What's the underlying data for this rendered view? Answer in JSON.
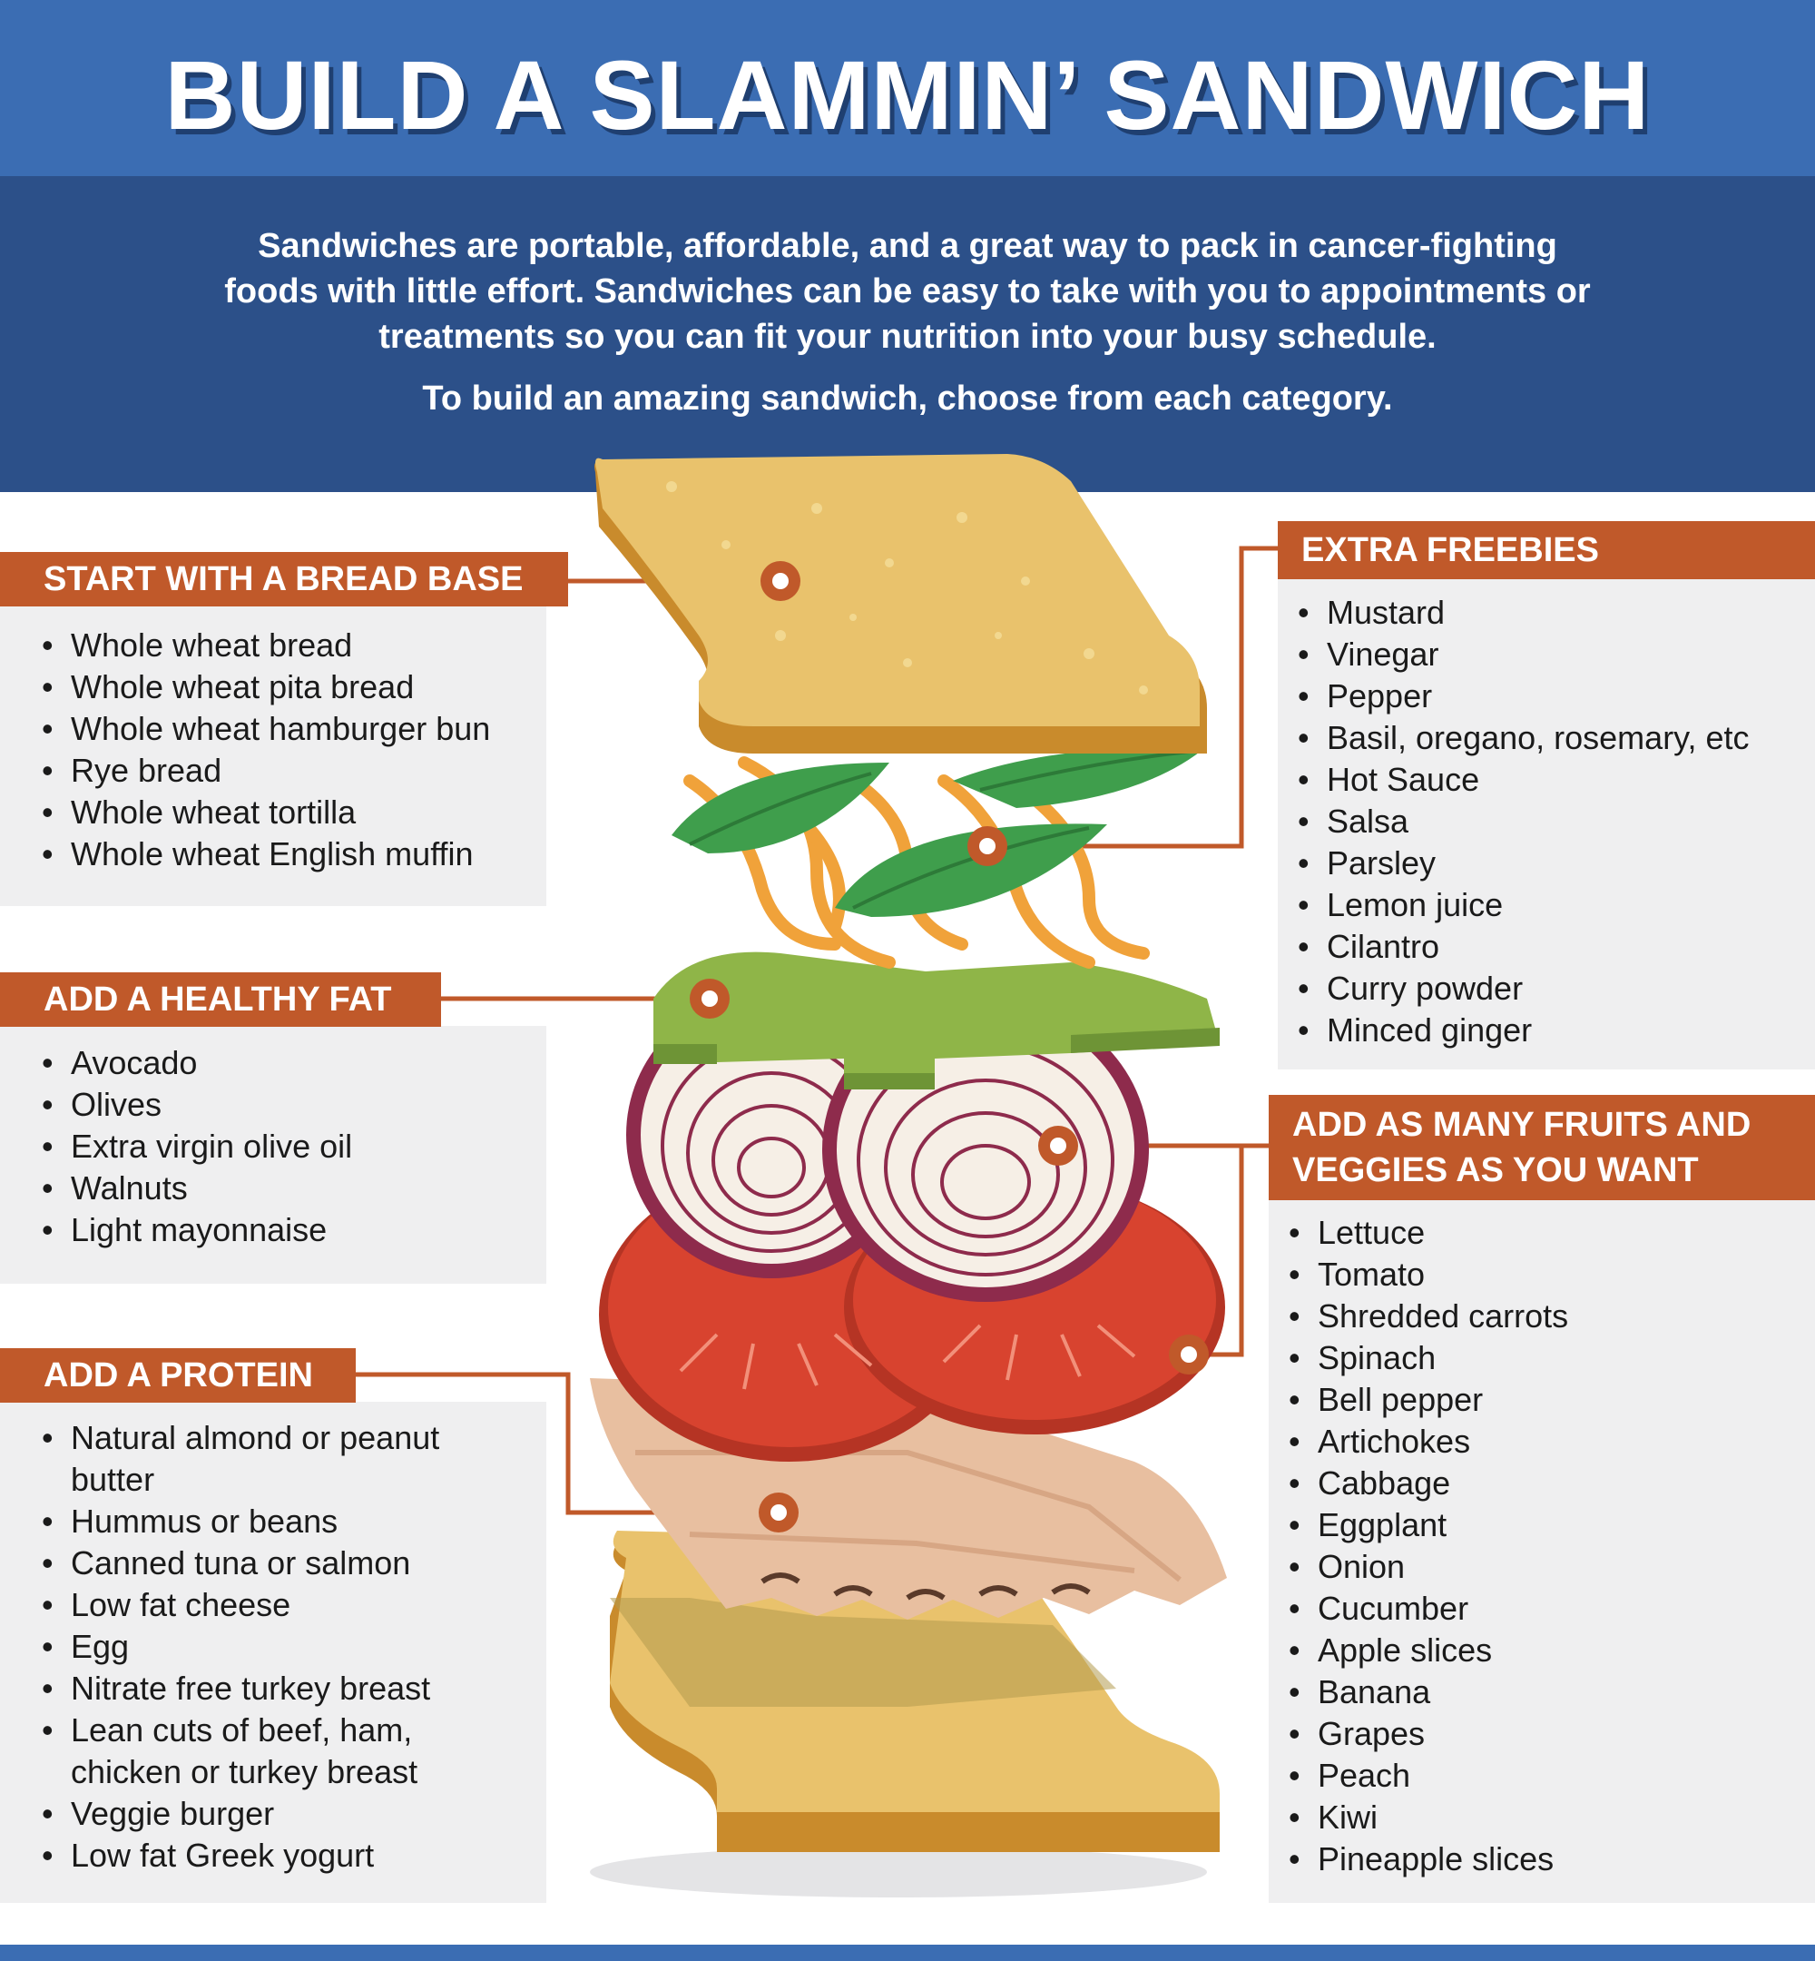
{
  "title": "BUILD A SLAMMIN’ SANDWICH",
  "intro": {
    "lead": "Sandwiches are portable, affordable, and a great way to pack in cancer-fighting foods with little effort. Sandwiches can be easy to take with you to appointments or treatments so you can fit your nutrition into your busy schedule.",
    "instruction": "To build an amazing sandwich, choose from each category."
  },
  "bread": {
    "label": "START WITH A BREAD BASE",
    "items": [
      "Whole wheat bread",
      "Whole wheat pita bread",
      "Whole wheat hamburger bun",
      "Rye bread",
      "Whole wheat tortilla",
      "Whole wheat English muffin"
    ]
  },
  "fat": {
    "label": "ADD A HEALTHY FAT",
    "items": [
      "Avocado",
      "Olives",
      "Extra virgin olive oil",
      "Walnuts",
      "Light mayonnaise"
    ]
  },
  "protein": {
    "label": "ADD A PROTEIN",
    "items": [
      "Natural almond or peanut butter",
      "Hummus or beans",
      "Canned tuna or salmon",
      "Low fat cheese",
      "Egg",
      "Nitrate free turkey breast",
      "Lean cuts of beef, ham, chicken or turkey breast",
      "Veggie burger",
      "Low fat Greek yogurt"
    ]
  },
  "freebies": {
    "label": "EXTRA FREEBIES",
    "items": [
      "Mustard",
      "Vinegar",
      "Pepper",
      "Basil, oregano, rosemary, etc",
      "Hot Sauce",
      "Salsa",
      "Parsley",
      "Lemon juice",
      "Cilantro",
      "Curry powder",
      "Minced ginger"
    ]
  },
  "produce": {
    "label_line1": "ADD AS MANY FRUITS AND",
    "label_line2": "VEGGIES AS YOU WANT",
    "items": [
      "Lettuce",
      "Tomato",
      "Shredded carrots",
      "Spinach",
      "Bell pepper",
      "Artichokes",
      "Cabbage",
      "Eggplant",
      "Onion",
      "Cucumber",
      "Apple slices",
      "Banana",
      "Grapes",
      "Peach",
      "Kiwi",
      "Pineapple slices"
    ]
  },
  "colors": {
    "header_blue": "#3b6db3",
    "intro_navy": "#2c5089",
    "label_orange": "#c0592a",
    "panel_gray": "#efeff0",
    "bread": "#e9c26c",
    "crust": "#c98b2c",
    "leaf_green": "#3f9e4c",
    "avocado": "#8fb548",
    "onion_purple": "#8e2b4c",
    "tomato_red": "#d8432f",
    "turkey": "#e8bfa0"
  }
}
